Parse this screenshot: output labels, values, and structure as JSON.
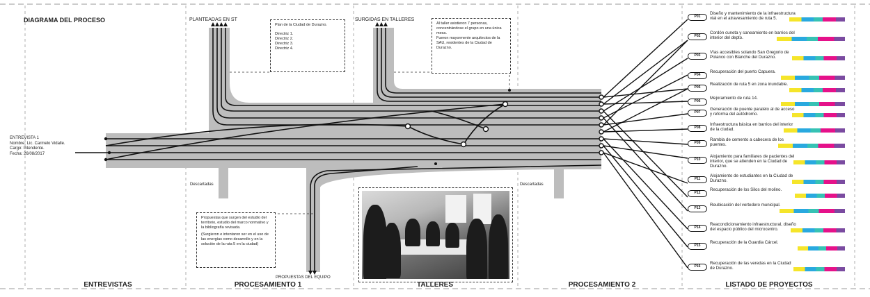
{
  "title": "DIAGRAMA DEL PROCESO",
  "columns": [
    "ENTREVISTAS",
    "PROCESAMIENTO 1",
    "TALLERES",
    "PROCESAMIENTO 2",
    "LISTADO DE PROYECTOS"
  ],
  "tags": {
    "planteadas": "PLANTEADAS EN ST",
    "surgidas": "SURGIDAS EN TALLERES",
    "propuestas": "PROPUESTAS DEL EQUIPO",
    "descartadas_1": "Descartadas",
    "descartadas_2": "Descartadas"
  },
  "entrevista": {
    "line1": "ENTREVISTA 1",
    "line2": "Nombre: Lic. Carmelo Vidalle.",
    "line3": "Cargo: Intendente.",
    "line4": "Fecha: 26/08/2017"
  },
  "notes": {
    "plan": [
      "Plan de la Ciudad de Durazno.",
      "Directriz 1.",
      "Directriz 2.",
      "Directriz 3.",
      "Directriz 4."
    ],
    "taller": [
      "Al taller asistieron 7 personas, concentrándose el grupo en una única mesa.",
      "Fueron mayormente arquitectos de la SAU, residentes de la Ciudad de Durazno."
    ],
    "propuestas": [
      "Propuestas que surgen del estudio del territorio, estudio del marco normativo y la bibliografía revisada.",
      "(Surgieron e intentaron ser en el uso de las energías como desarrollo y en la solución de la ruta 5 en la ciudad)"
    ]
  },
  "projects": [
    {
      "code": "P01",
      "text": "Diseño y mantenimiento de la infraestructura vial en el atravesamiento de ruta 5."
    },
    {
      "code": "P02",
      "text": "Cordón cuneta y saneamiento en barrios del interior del depto."
    },
    {
      "code": "P03",
      "text": "Vías accesibles solando San Gregorio de Polanco con Blanche del Durazno."
    },
    {
      "code": "P04",
      "text": "Recuperación del puerto Capuera."
    },
    {
      "code": "P05",
      "text": "Realización de ruta 5 en zona inundable."
    },
    {
      "code": "P06",
      "text": "Mejoramiento de ruta 14."
    },
    {
      "code": "P07",
      "text": "Generación de puente paralelo al de acceso y reforma del autódromo."
    },
    {
      "code": "P08",
      "text": "Infraestructura básica en barrios del interior de la ciudad."
    },
    {
      "code": "P09",
      "text": "Rambla de cemento a cabecera de los puentes."
    },
    {
      "code": "P10",
      "text": "Alojamiento para familiares de pacientes del interior, que se atienden en la Ciudad de Durazno."
    },
    {
      "code": "P11",
      "text": "Alojamiento de estudiantes en la Ciudad de Durazno."
    },
    {
      "code": "P12",
      "text": "Recuperación de los Silos del molino."
    },
    {
      "code": "P13",
      "text": "Reubicación del vertedero municipal."
    },
    {
      "code": "P14",
      "text": "Reacondicionamiento infraestructural, diseño del espacio público del microcentro."
    },
    {
      "code": "P15",
      "text": "Recuperación de la Guardia Cárcel."
    },
    {
      "code": "P16",
      "text": "Recuperación de las veredas en la Ciudad de Durazno."
    }
  ],
  "bar_colors": {
    "yellow": "#f5e52a",
    "cyan": "#29a9df",
    "teal": "#36c2b4",
    "magenta": "#e5118a",
    "purple": "#7a4ba0"
  },
  "photo_label": "taller-photo"
}
